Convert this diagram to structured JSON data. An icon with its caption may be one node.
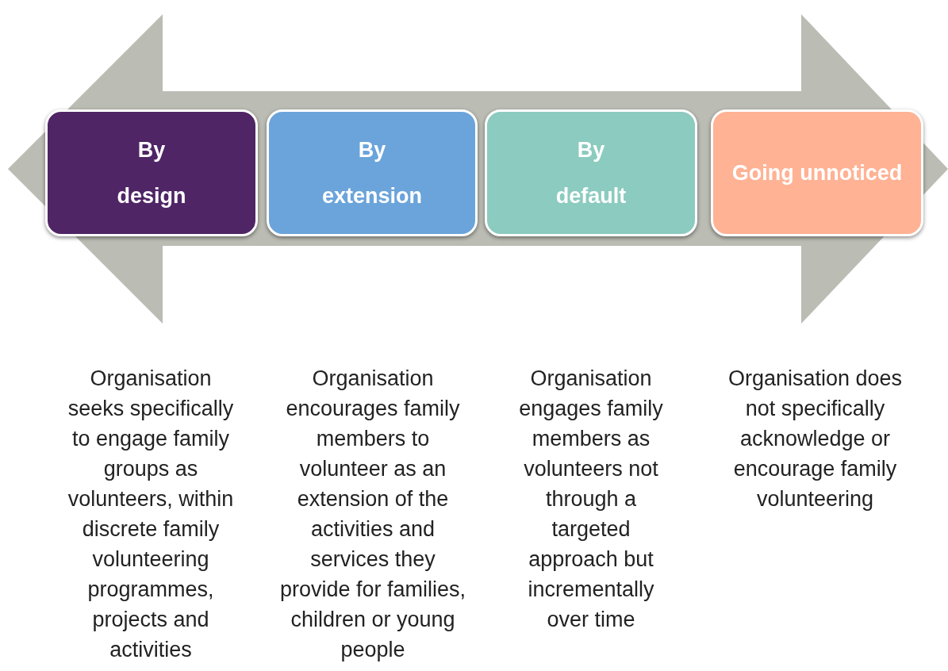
{
  "diagram": {
    "nodes": [
      {
        "text": [
          "By design"
        ]
      },
      {
        "text": [
          "By extension"
        ]
      },
      {
        "text": [
          "By default"
        ]
      },
      {
        "text": [
          "Going unnoticed"
        ]
      }
    ],
    "edges": [],
    "labels": [
      "Organisation seeks specifically to engage family groups as volunteers, within discrete family volunteering programmes, projects and activities",
      "Organisation encourages family members to volunteer as an extension of the activities and services they provide for families, children or young people",
      "Organisation engages family members as volunteers not through a targeted approach but incrementally over time",
      "Organisation does not specifically acknowledge or encourage family volunteering"
    ]
  }
}
